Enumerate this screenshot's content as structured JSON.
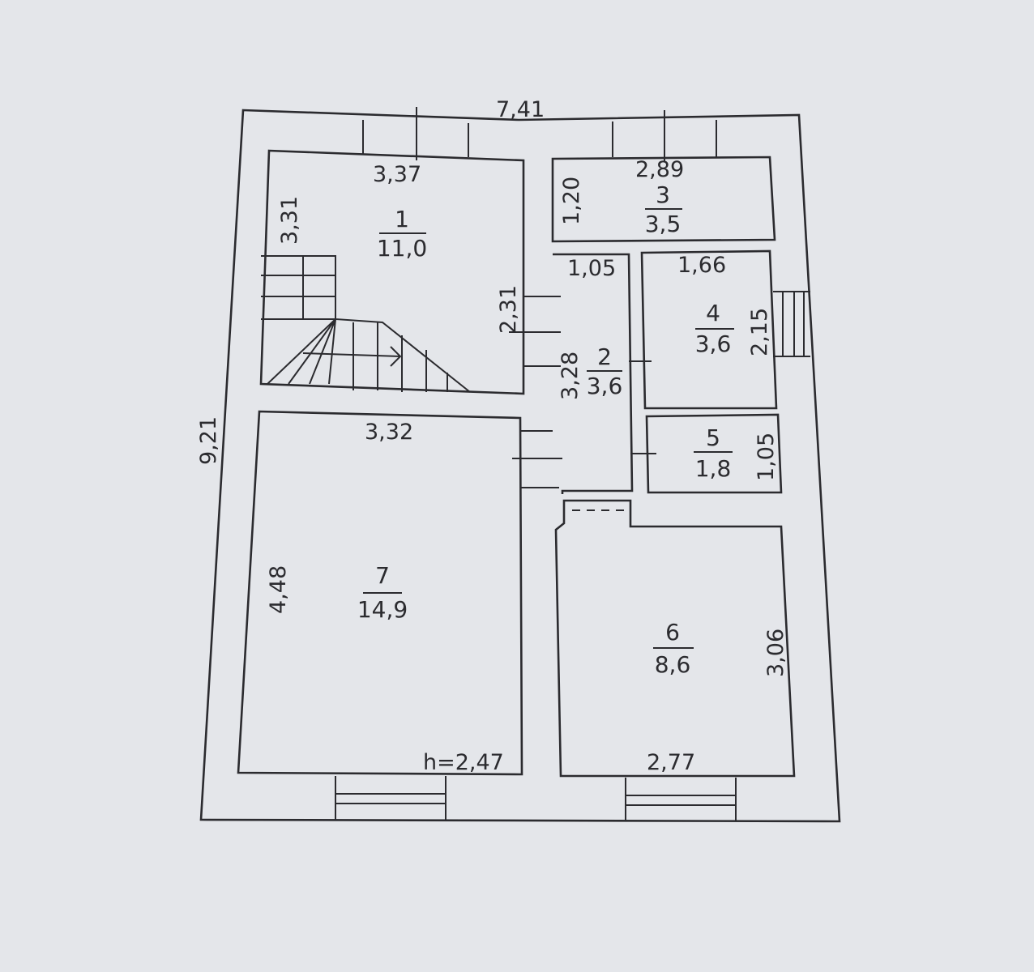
{
  "plan": {
    "overall_width": "7,41",
    "overall_length": "9,21",
    "ceiling_height": "h=2,47",
    "rooms": [
      {
        "number": "1",
        "area": "11,0",
        "dims": [
          "3,37",
          "3,31",
          "2,31"
        ]
      },
      {
        "number": "2",
        "area": "3,6",
        "dims": [
          "1,05",
          "3,28"
        ]
      },
      {
        "number": "3",
        "area": "3,5",
        "dims": [
          "2,89",
          "1,20"
        ]
      },
      {
        "number": "4",
        "area": "3,6",
        "dims": [
          "1,66",
          "2,15"
        ]
      },
      {
        "number": "5",
        "area": "1,8",
        "dims": [
          "1,05"
        ]
      },
      {
        "number": "6",
        "area": "8,6",
        "dims": [
          "2,77",
          "3,06"
        ]
      },
      {
        "number": "7",
        "area": "14,9",
        "dims": [
          "3,32",
          "4,48"
        ]
      }
    ]
  }
}
